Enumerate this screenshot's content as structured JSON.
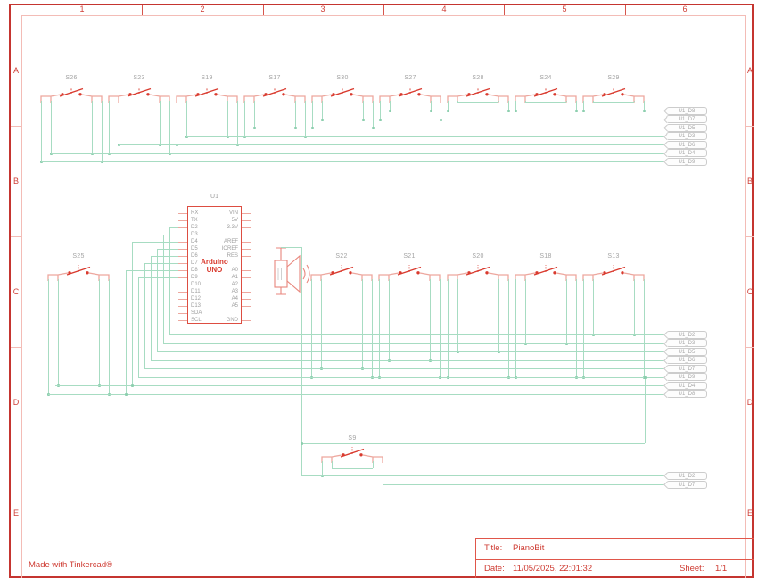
{
  "ruler": {
    "columns": [
      "1",
      "2",
      "3",
      "4",
      "5",
      "6"
    ],
    "rows": [
      "A",
      "B",
      "C",
      "D",
      "E"
    ]
  },
  "footer": {
    "made_with": "Made with Tinkercad®"
  },
  "title_block": {
    "title_label": "Title:",
    "title": "PianoBit",
    "date_label": "Date:",
    "date": "11/05/2025, 22:01:32",
    "sheet_label": "Sheet:",
    "sheet": "1/1"
  },
  "arduino": {
    "refdes": "U1",
    "name_line1": "Arduino",
    "name_line2": "UNO",
    "left_pins": [
      "RX",
      "TX",
      "D2",
      "D3",
      "D4",
      "D5",
      "D6",
      "D7",
      "D8",
      "D9",
      "D10",
      "D11",
      "D12",
      "D13",
      "SDA",
      "SCL"
    ],
    "right_pins": [
      "VIN",
      "5V",
      "3.3V",
      "",
      "AREF",
      "IOREF",
      "RES",
      "",
      "A0",
      "A1",
      "A2",
      "A3",
      "A4",
      "A5",
      "",
      "GND"
    ]
  },
  "switches": {
    "top_row": [
      "S26",
      "S23",
      "S19",
      "S17",
      "S30",
      "S27",
      "S28",
      "S24",
      "S29"
    ],
    "mid_left": "S25",
    "mid_row": [
      "S22",
      "S21",
      "S20",
      "S18",
      "S13"
    ],
    "bottom": "S9"
  },
  "net_tags": {
    "top": [
      "U1_D8",
      "U1_D7",
      "U1_D5",
      "U1_D3",
      "U1_D6",
      "U1_D4",
      "U1_D9"
    ],
    "middle": [
      "U1_D2",
      "U1_D3",
      "U1_D5",
      "U1_D6",
      "U1_D7",
      "U1_D9"
    ],
    "middle_pair": [
      "U1_D4",
      "U1_D8"
    ],
    "bottom": [
      "U1_D2",
      "U1_D7"
    ]
  },
  "colors": {
    "frame_red": "#c53530",
    "frame_pink": "#f3bcb6",
    "component_red": "#d93a2e",
    "component_salmon": "#eda79e",
    "wire_green": "#a7dcc2",
    "label_gray": "#a3a3a3"
  }
}
